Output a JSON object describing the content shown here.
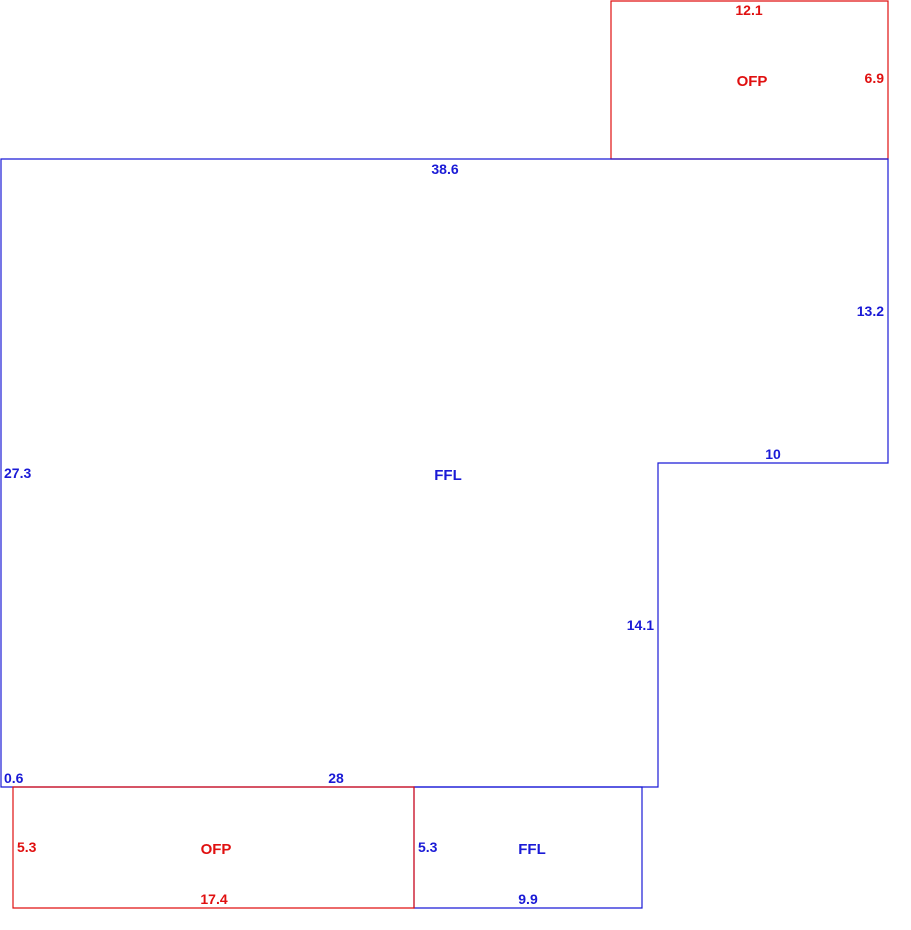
{
  "colors": {
    "living": "#1a1ad6",
    "porch": "#e01010"
  },
  "areas": {
    "main_ffl": {
      "code": "FFL",
      "sides": {
        "top": "38.6",
        "right_upper": "13.2",
        "step": "10",
        "right_lower": "14.1",
        "bottom": "28",
        "corner": "0.6",
        "left": "27.3"
      }
    },
    "small_ffl": {
      "code": "FFL",
      "sides": {
        "left": "5.3",
        "bottom": "9.9"
      }
    },
    "top_ofp": {
      "code": "OFP",
      "sides": {
        "top": "12.1",
        "right": "6.9"
      }
    },
    "bottom_ofp": {
      "code": "OFP",
      "sides": {
        "left": "5.3",
        "bottom": "17.4"
      }
    }
  }
}
